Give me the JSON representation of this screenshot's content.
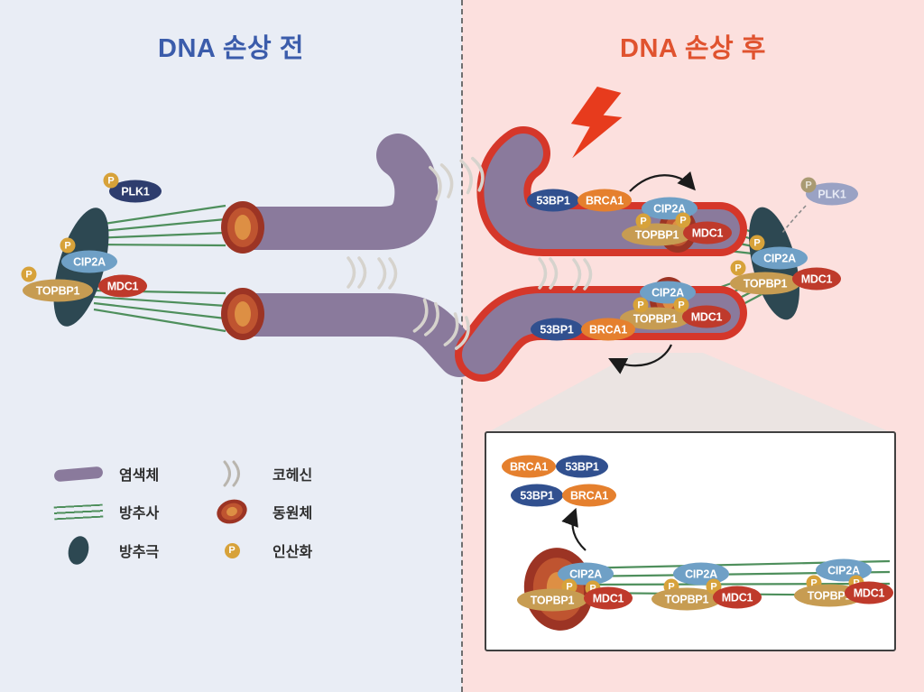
{
  "titles": {
    "left": "DNA 손상 전",
    "right": "DNA 손상 후"
  },
  "proteins": {
    "plk1": "PLK1",
    "cip2a": "CIP2A",
    "topbp1": "TOPBP1",
    "mdc1": "MDC1",
    "bp53": "53BP1",
    "brca1": "BRCA1",
    "phospho": "P"
  },
  "legend": {
    "items": [
      {
        "label": "염색체"
      },
      {
        "label": "방추사"
      },
      {
        "label": "방추극"
      },
      {
        "label": "코헤신"
      },
      {
        "label": "동원체"
      },
      {
        "label": "인산화"
      }
    ]
  },
  "colors": {
    "left_bg": "#e9edf5",
    "right_bg": "#fce0de",
    "title_left": "#3b5cab",
    "title_right": "#e0532f",
    "chromosome": "#8a7a9c",
    "damage_outline": "#d5372a",
    "spindle_fiber": "#4e8f5c",
    "spindle_pole": "#2d4852",
    "centromere_outer": "#9c3424",
    "centromere_inner": "#dd8f44",
    "cip2a": "#6fa0c6",
    "topbp1": "#c79c52",
    "mdc1": "#bf3a2b",
    "plk1": "#2e3d6e",
    "bp53": "#31508f",
    "brca1": "#e5802e",
    "phospho": "#d7a23a",
    "cohesin": "#d6d3cd",
    "lightning": "#e73b1d"
  }
}
